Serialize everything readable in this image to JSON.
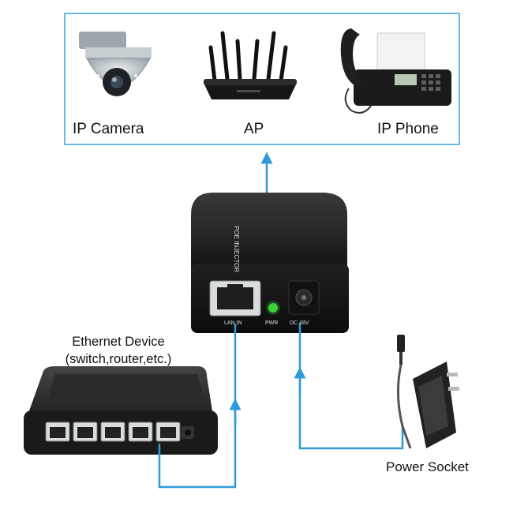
{
  "devices": {
    "ip_camera": {
      "label": "IP Camera"
    },
    "ap": {
      "label": "AP"
    },
    "ip_phone": {
      "label": "IP Phone"
    }
  },
  "injector": {
    "name_label": "POE INJECTOR",
    "ports": {
      "lan_in": "LAN IN",
      "pwr": "PWR",
      "dc": "DC 48V"
    }
  },
  "ethernet_device": {
    "title": "Ethernet Device",
    "subtitle": "(switch,router,etc.)"
  },
  "power_socket": {
    "label": "Power Socket"
  },
  "colors": {
    "connector_line": "#2e9bd6",
    "box_border": "#3aa3dc",
    "device_body": "#1c1c1c",
    "led": "#3ad13a"
  }
}
